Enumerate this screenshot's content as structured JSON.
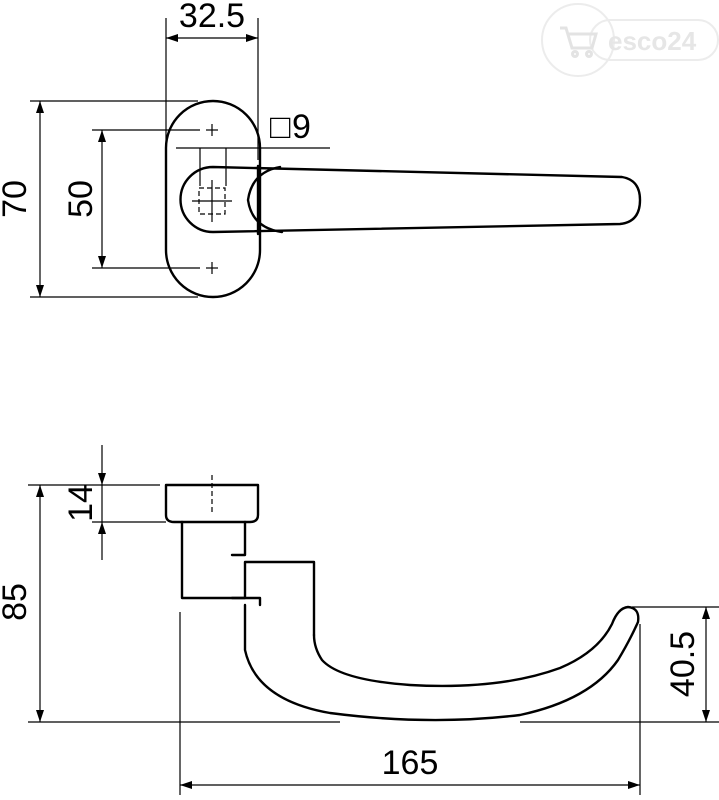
{
  "watermark": {
    "text": "esco24",
    "icon": "shopping-cart-icon"
  },
  "top_view": {
    "dimensions": {
      "rose_width": "32.5",
      "spindle_square_symbol": "□",
      "spindle_square": "9",
      "rose_height": "70",
      "screw_spacing": "50"
    }
  },
  "side_view": {
    "dimensions": {
      "rose_thickness": "14",
      "total_height": "85",
      "lever_offset": "40.5",
      "lever_length": "165"
    }
  }
}
